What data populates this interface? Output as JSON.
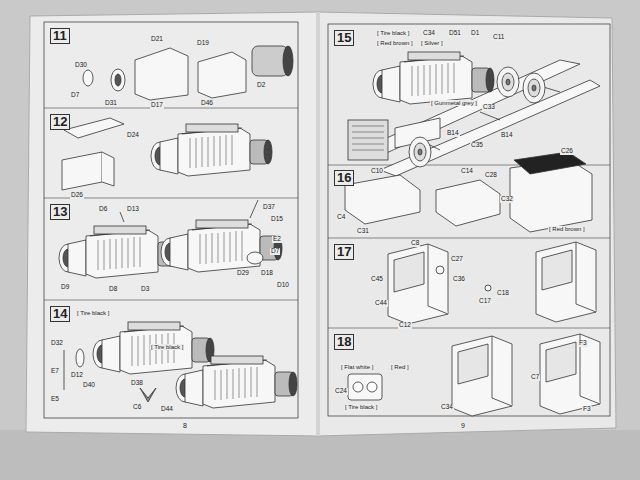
{
  "diagram": {
    "labels": [
      "11",
      "D7",
      "D30",
      "D31",
      "D21",
      "D17",
      "D19",
      "D46",
      "D2",
      "12",
      "D24",
      "D26",
      "13",
      "D6",
      "D13",
      "D9",
      "D8",
      "D3",
      "D37",
      "D15",
      "E2",
      "D7",
      "D29",
      "D18",
      "D10",
      "14",
      "[ Tire black ]",
      "D32",
      "E7",
      "D12",
      "E5",
      "D40",
      "D38",
      "[ Tire black ]",
      "C6",
      "D44",
      "8",
      "15",
      "[ Tire black ]",
      "[ Red brown ]",
      "[ Silver ]",
      "C34",
      "D51",
      "D1",
      "C11",
      "[ Gunmetal grey ]",
      "B14",
      "C33",
      "C35",
      "B14",
      "16",
      "C10",
      "C4",
      "C31",
      "C14",
      "C28",
      "C32",
      "C26",
      "[ Red brown ]",
      "17",
      "C8",
      "C45",
      "C44",
      "C12",
      "C27",
      "C36",
      "C17",
      "C18",
      "18",
      "[ Flat white ]",
      "[ Red ]",
      "C24",
      "[ Tire black ]",
      "C34",
      "F3",
      "C7",
      "F3",
      "9"
    ]
  }
}
